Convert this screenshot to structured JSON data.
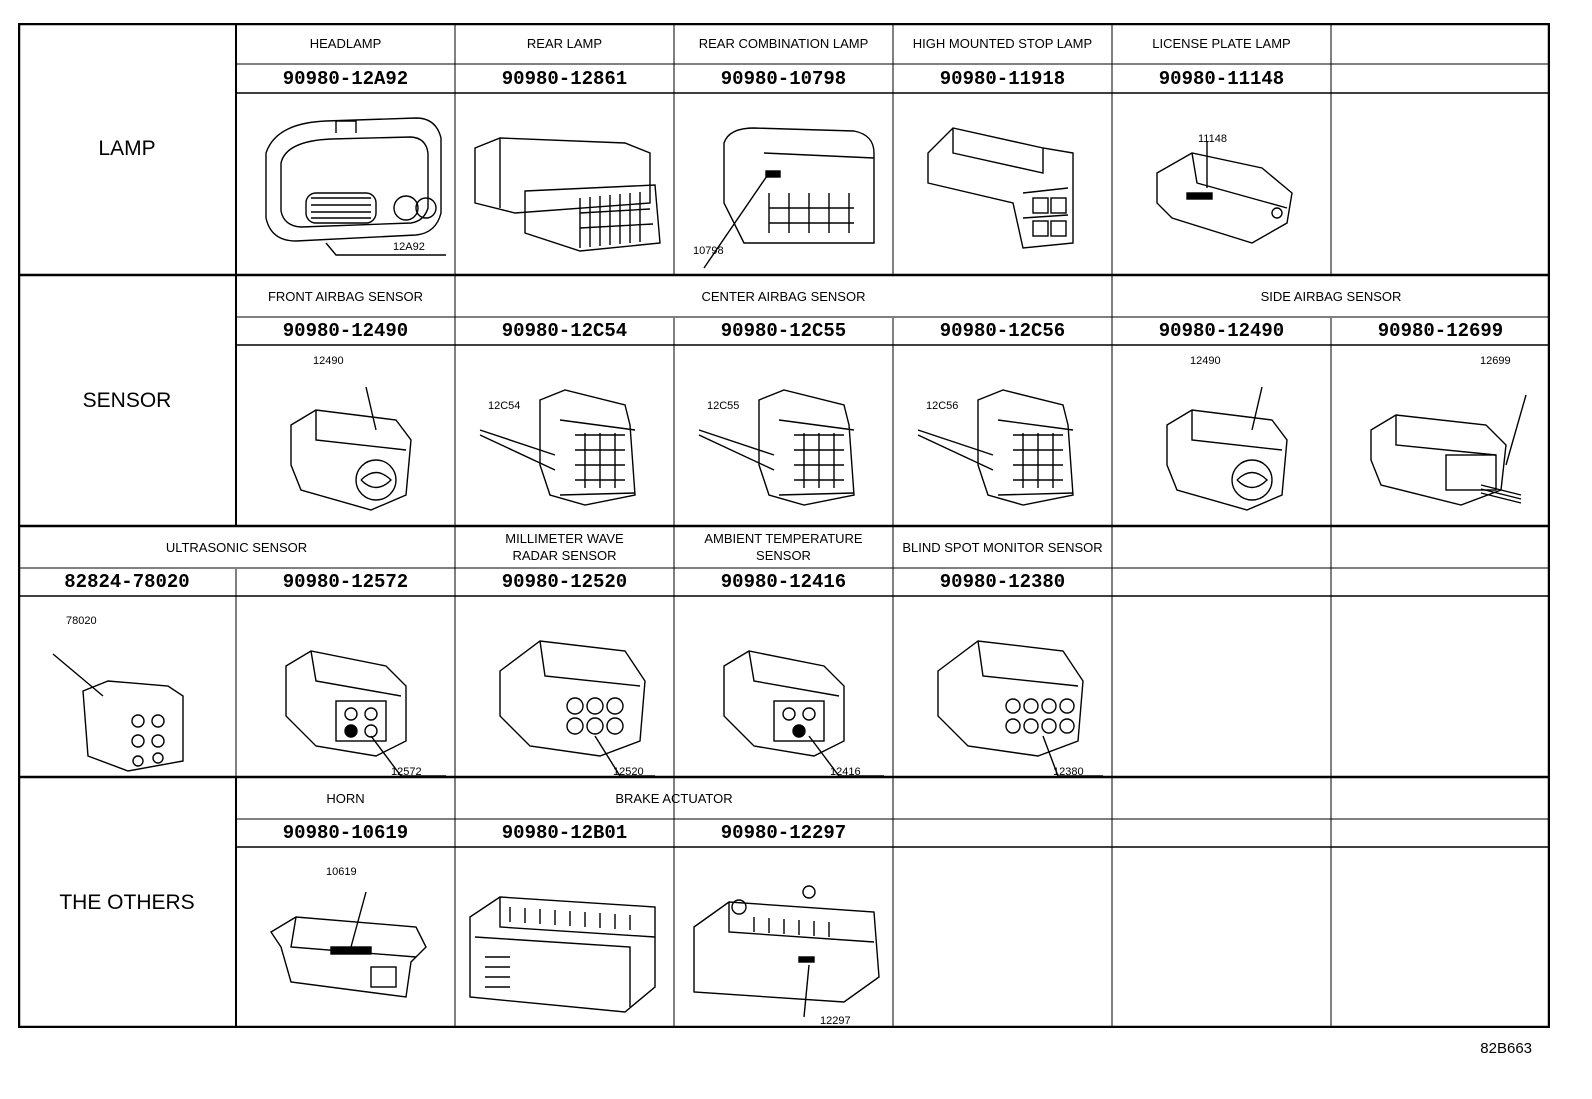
{
  "categories": {
    "lamp": "LAMP",
    "sensor": "SENSOR",
    "others": "THE OTHERS"
  },
  "lamp": [
    {
      "name": "HEADLAMP",
      "part": "90980-12A92",
      "ref": "12A92"
    },
    {
      "name": "REAR LAMP",
      "part": "90980-12861",
      "ref": ""
    },
    {
      "name": "REAR COMBINATION LAMP",
      "part": "90980-10798",
      "ref": "10798"
    },
    {
      "name": "HIGH MOUNTED STOP LAMP",
      "part": "90980-11918",
      "ref": ""
    },
    {
      "name": "LICENSE PLATE LAMP",
      "part": "90980-11148",
      "ref": "11148"
    }
  ],
  "sensor": {
    "front_airbag": {
      "name": "FRONT AIRBAG SENSOR",
      "part": "90980-12490",
      "ref": "12490"
    },
    "center_airbag": {
      "name": "CENTER AIRBAG SENSOR",
      "parts": [
        {
          "part": "90980-12C54",
          "ref": "12C54"
        },
        {
          "part": "90980-12C55",
          "ref": "12C55"
        },
        {
          "part": "90980-12C56",
          "ref": "12C56"
        }
      ]
    },
    "side_airbag": {
      "name": "SIDE AIRBAG SENSOR",
      "parts": [
        {
          "part": "90980-12490",
          "ref": "12490"
        },
        {
          "part": "90980-12699",
          "ref": "12699"
        }
      ]
    }
  },
  "sensor2": {
    "ultrasonic": {
      "name": "ULTRASONIC SENSOR",
      "parts": [
        {
          "part": "82824-78020",
          "ref": "78020"
        },
        {
          "part": "90980-12572",
          "ref": "12572"
        }
      ]
    },
    "mmwave": {
      "name_line1": "MILLIMETER WAVE",
      "name_line2": "RADAR SENSOR",
      "part": "90980-12520",
      "ref": "12520"
    },
    "ambient": {
      "name_line1": "AMBIENT TEMPERATURE",
      "name_line2": "SENSOR",
      "part": "90980-12416",
      "ref": "12416"
    },
    "blindspot": {
      "name": "BLIND SPOT MONITOR SENSOR",
      "part": "90980-12380",
      "ref": "12380"
    }
  },
  "others": {
    "horn": {
      "name": "HORN",
      "part": "90980-10619",
      "ref": "10619"
    },
    "brake": {
      "name": "BRAKE ACTUATOR",
      "parts": [
        {
          "part": "90980-12B01",
          "ref": ""
        },
        {
          "part": "90980-12297",
          "ref": "12297"
        }
      ]
    }
  },
  "footer_code": "82B663"
}
